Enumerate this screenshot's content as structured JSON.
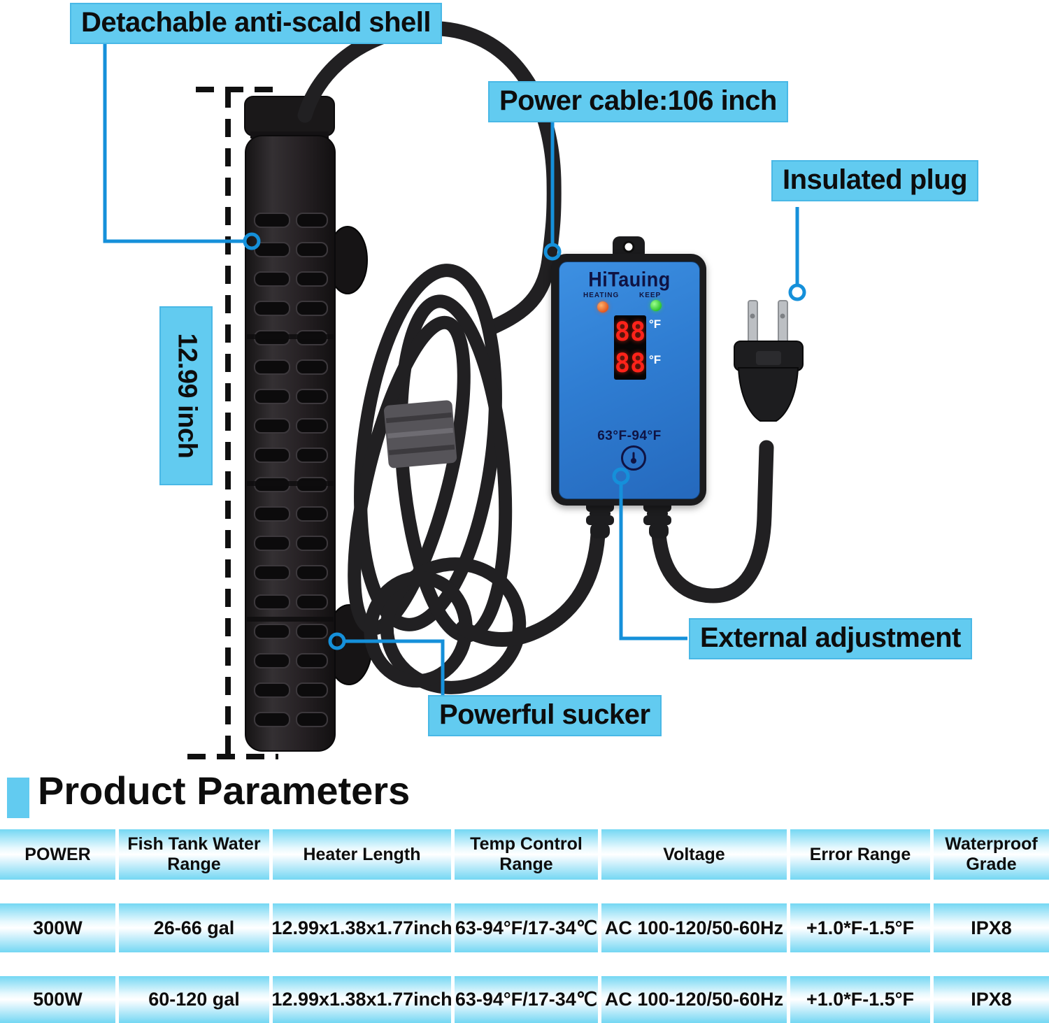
{
  "callouts": {
    "shell": "Detachable anti-scald shell",
    "power_cable": "Power cable:106 inch",
    "insulated_plug": "Insulated plug",
    "heater_length": "12.99 inch",
    "external_adjustment": "External adjustment",
    "powerful_sucker": "Powerful sucker"
  },
  "controller": {
    "brand": "HiTauing",
    "heating_label": "HEATING",
    "keep_label": "KEEP",
    "display": {
      "top_value": "88",
      "top_unit": "°F",
      "bottom_value": "88",
      "bottom_unit": "°F"
    },
    "temp_range": "63°F-94°F"
  },
  "section_title": "Product Parameters",
  "table": {
    "headers": [
      "POWER",
      "Fish Tank Water Range",
      "Heater Length",
      "Temp Control Range",
      "Voltage",
      "Error Range",
      "Waterproof Grade"
    ],
    "rows": [
      [
        "300W",
        "26-66 gal",
        "12.99x1.38x1.77inch",
        "63-94°F/17-34℃",
        "AC 100-120/50-60Hz",
        "+1.0*F-1.5°F",
        "IPX8"
      ],
      [
        "500W",
        "60-120 gal",
        "12.99x1.38x1.77inch",
        "63-94°F/17-34℃",
        "AC 100-120/50-60Hz",
        "+1.0*F-1.5°F",
        "IPX8"
      ]
    ]
  },
  "colors": {
    "label_bg": "#62cbf0",
    "connector_blue": "#1590da",
    "controller_face": "#2f7dd2",
    "led_heating": "#e2571f",
    "led_keep": "#2fc42f",
    "display_digits": "#ff231a",
    "table_cell_edge": "#74d7f3"
  }
}
